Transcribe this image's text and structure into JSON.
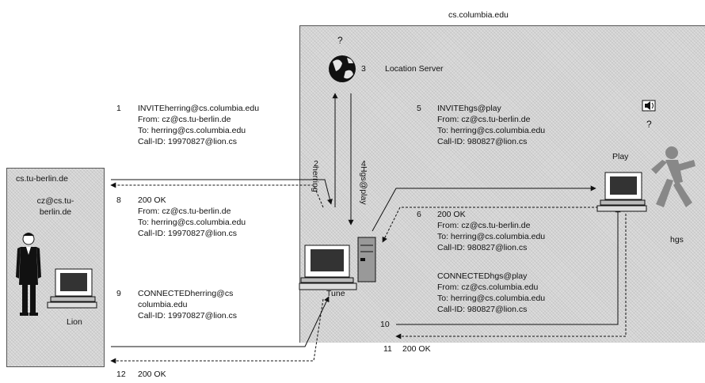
{
  "domains": {
    "right_label": "cs.columbia.edu",
    "left_label": "cs.tu-berlin.de",
    "left_user": [
      "cz@cs.tu-",
      "berlin.de"
    ]
  },
  "nodes": {
    "location_server_num": "3",
    "location_server": "Location Server",
    "location_q": "?",
    "play": "Play",
    "tune": "Tune",
    "lion": "Lion",
    "hgs": "hgs",
    "speaker_q": "?"
  },
  "arrows": {
    "n2": "2",
    "herring": "herring",
    "n4": "4",
    "hgs_play": "Hgs@play",
    "n10": "10"
  },
  "messages": {
    "m1": {
      "num": "1",
      "lines": [
        "INVITEherring@cs.columbia.edu",
        "From: cz@cs.tu-berlin.de",
        "To: herring@cs.columbia.edu",
        "Call-ID: 19970827@lion.cs"
      ]
    },
    "m5": {
      "num": "5",
      "lines": [
        "INVITEhgs@play",
        "From: cz@cs.tu-berlin.de",
        "To: herring@cs.columbia.edu",
        "Call-ID: 980827@lion.cs"
      ]
    },
    "m8": {
      "num": "8",
      "lines": [
        "200 OK",
        "From: cz@cs.tu-berlin.de",
        "To: herring@cs.columbia.edu",
        "Call-ID: 19970827@lion.cs"
      ]
    },
    "m6": {
      "num": "6",
      "lines": [
        "200 OK",
        "From: cz@cs.tu-berlin.de",
        "To: herring@cs.columbia.edu",
        "Call-ID: 980827@lion.cs"
      ]
    },
    "m9": {
      "num": "9",
      "lines": [
        "CONNECTEDherring@cs",
        "columbia.edu",
        "Call-ID: 19970827@lion.cs"
      ]
    },
    "mc": {
      "lines": [
        "CONNECTEDhgs@play",
        "From: cz@cs.columbia.edu",
        "To: herring@cs.columbia.edu",
        "Call-ID: 980827@lion.cs"
      ]
    },
    "m11": {
      "num": "11",
      "text": "200 OK"
    },
    "m12": {
      "num": "12",
      "text": "200 OK"
    }
  }
}
